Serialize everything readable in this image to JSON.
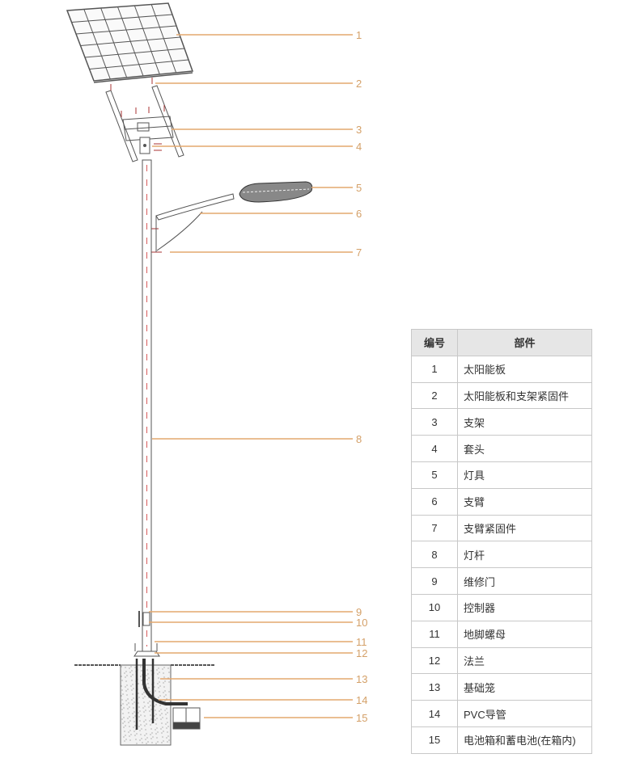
{
  "callouts": [
    "1",
    "2",
    "3",
    "4",
    "5",
    "6",
    "7",
    "8",
    "9",
    "10",
    "11",
    "12",
    "13",
    "14",
    "15"
  ],
  "colors": {
    "leader": "#e3a86f",
    "label": "#d4a068",
    "drawing": "#555555",
    "header_bg": "#e6e6e6"
  },
  "table": {
    "headers": [
      "编号",
      "部件"
    ],
    "rows": [
      {
        "num": "1",
        "name": "太阳能板"
      },
      {
        "num": "2",
        "name": "太阳能板和支架紧固件"
      },
      {
        "num": "3",
        "name": "支架"
      },
      {
        "num": "4",
        "name": "套头"
      },
      {
        "num": "5",
        "name": "灯具"
      },
      {
        "num": "6",
        "name": "支臂"
      },
      {
        "num": "7",
        "name": "支臂紧固件"
      },
      {
        "num": "8",
        "name": "灯杆"
      },
      {
        "num": "9",
        "name": "维修门"
      },
      {
        "num": "10",
        "name": "控制器"
      },
      {
        "num": "11",
        "name": "地脚螺母"
      },
      {
        "num": "12",
        "name": "法兰"
      },
      {
        "num": "13",
        "name": "基础笼"
      },
      {
        "num": "14",
        "name": "PVC导管"
      },
      {
        "num": "15",
        "name": "电池箱和蓄电池(在箱内)"
      }
    ]
  }
}
